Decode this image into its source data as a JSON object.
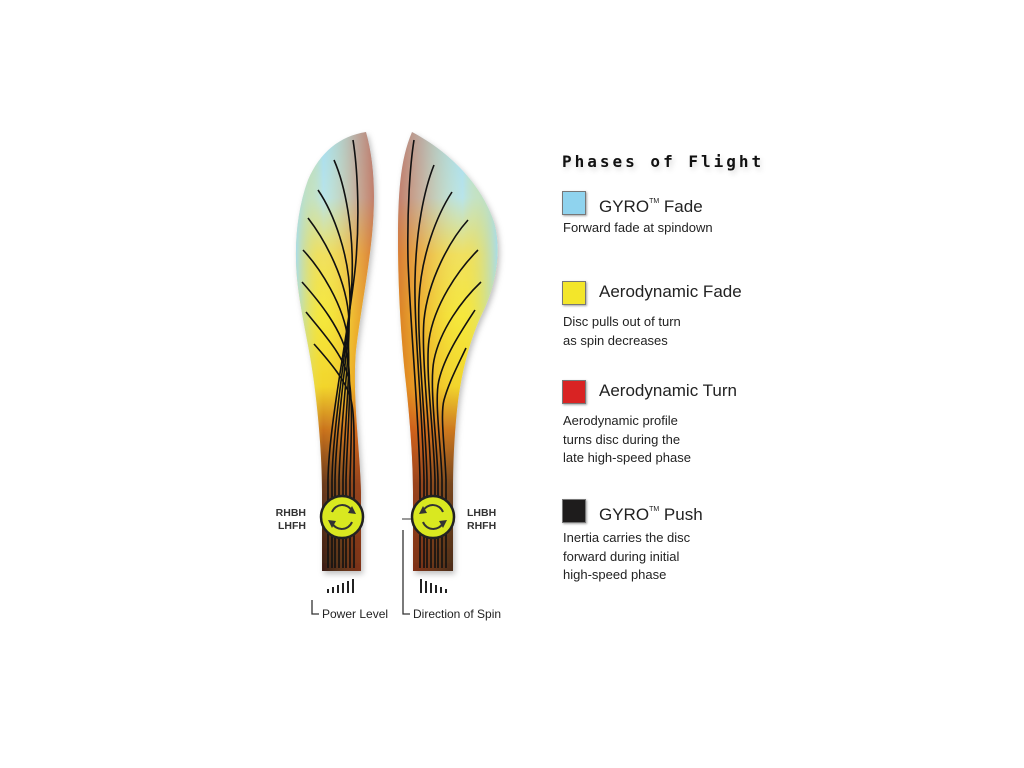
{
  "legend": {
    "title": "Phases of Flight",
    "items": [
      {
        "name": "GYRO",
        "tm": "TM",
        "name_suffix": " Fade",
        "color": "#8fd3ee",
        "description": "Forward fade at spindown"
      },
      {
        "name": "Aerodynamic Fade",
        "tm": "",
        "name_suffix": "",
        "color": "#f3e62a",
        "description": "Disc pulls out of turn\nas spin decreases"
      },
      {
        "name": "Aerodynamic Turn",
        "tm": "",
        "name_suffix": "",
        "color": "#d92323",
        "description": "Aerodynamic profile\nturns disc during the\nlate high-speed phase"
      },
      {
        "name": "GYRO",
        "tm": "TM",
        "name_suffix": " Push",
        "color": "#1e1c1c",
        "description": "Inertia carries the disc\nforward during initial\nhigh-speed phase"
      }
    ]
  },
  "diagram": {
    "left_throw": {
      "line1": "RHBH",
      "line2": "LHFH"
    },
    "right_throw": {
      "line1": "LHBH",
      "line2": "RHFH"
    },
    "power_label": "Power Level",
    "spin_label": "Direction of Spin"
  }
}
